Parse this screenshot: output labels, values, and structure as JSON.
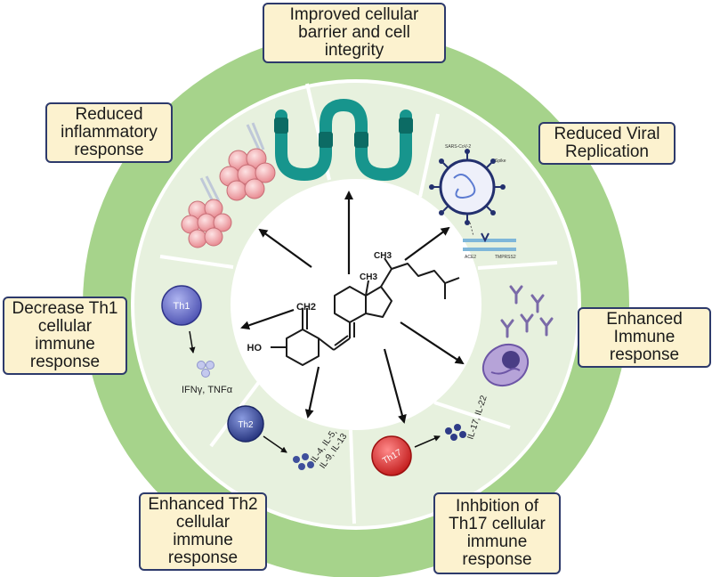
{
  "callouts": {
    "barrier": "Improved cellular barrier and cell integrity",
    "inflammatory": "Reduced inflammatory response",
    "viral": "Reduced Viral Replication",
    "th1": "Decrease Th1 cellular immune response",
    "immune": "Enhanced Immune response",
    "th2": "Enhanced Th2 cellular immune response",
    "th17": "Inhbition of Th17 cellular immune response"
  },
  "molecule": {
    "ch3_top": "CH3",
    "ch3_mid": "CH3",
    "ch2": "CH2",
    "ho": "HO"
  },
  "cells": {
    "th1": "Th1",
    "th2": "Th2",
    "th17": "Th17"
  },
  "cytokines": {
    "th1": "IFNγ, TNFα",
    "th2_line1": "IL-4, IL-5,",
    "th2_line2": "IL-9, IL-13",
    "th17": "IL-17, IL-22"
  },
  "virus": {
    "name": "SARS-CoV-2",
    "spike": "Spike",
    "receptor": "ACE2",
    "protease": "TMPRSS2"
  },
  "colors": {
    "outer_ring": "#a6d38b",
    "inner_ring": "#e7f1de",
    "center": "#ffffff",
    "callout_fill": "#fcf2cf",
    "callout_border": "#2d3a6b",
    "th1": "#4a4fb0",
    "th2": "#2c3f92",
    "th17": "#d42a2a",
    "pink": "#f1a6ab",
    "teal": "#17958d",
    "arrow": "#111111"
  }
}
